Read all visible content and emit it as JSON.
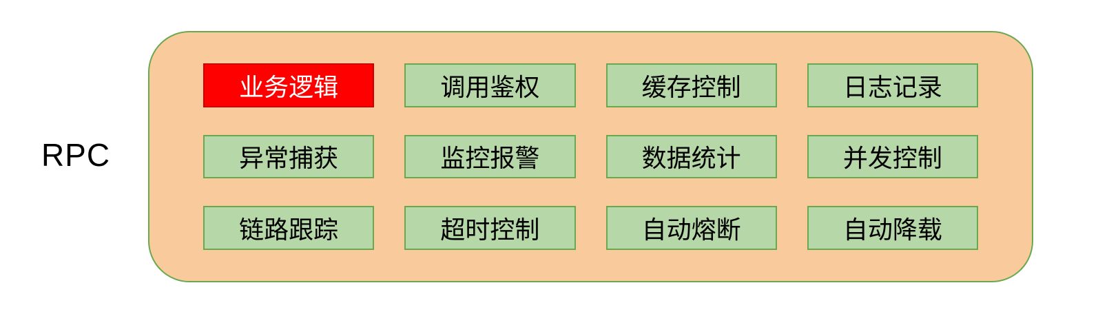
{
  "diagram": {
    "label": "RPC",
    "colors": {
      "panel_fill": "#F9CB9C",
      "panel_border": "#6AA84F",
      "box_fill": "#B6D7A8",
      "box_border": "#6AA84F",
      "highlight_fill": "#FF0000",
      "highlight_text": "#FFFFFF",
      "text": "#000000"
    },
    "panel": {
      "items": [
        {
          "label": "业务逻辑",
          "highlight": true
        },
        {
          "label": "调用鉴权",
          "highlight": false
        },
        {
          "label": "缓存控制",
          "highlight": false
        },
        {
          "label": "日志记录",
          "highlight": false
        },
        {
          "label": "异常捕获",
          "highlight": false
        },
        {
          "label": "监控报警",
          "highlight": false
        },
        {
          "label": "数据统计",
          "highlight": false
        },
        {
          "label": "并发控制",
          "highlight": false
        },
        {
          "label": "链路跟踪",
          "highlight": false
        },
        {
          "label": "超时控制",
          "highlight": false
        },
        {
          "label": "自动熔断",
          "highlight": false
        },
        {
          "label": "自动降载",
          "highlight": false
        }
      ]
    }
  }
}
